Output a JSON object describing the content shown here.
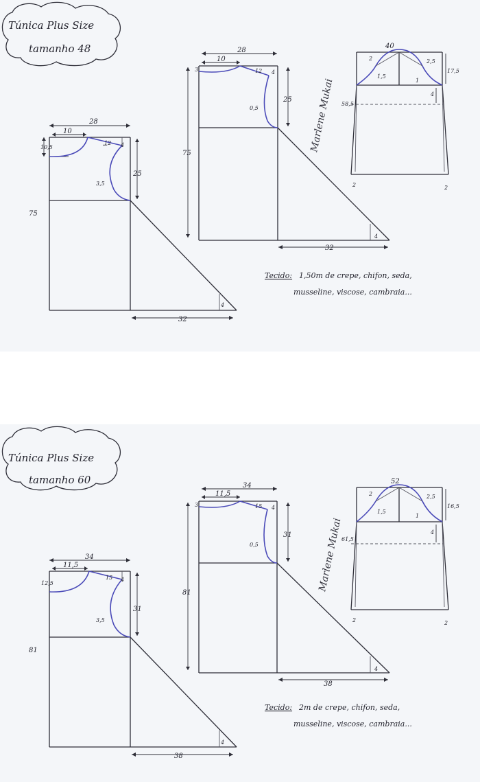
{
  "sheets": [
    {
      "title_line1": "Túnica Plus Size",
      "title_line2": "tamanho 48",
      "front": {
        "top": "28",
        "neck": "10",
        "neck_drop": "10,5",
        "shoulder": "12",
        "shoulder_drop": "4",
        "armhole_depth": "25",
        "curve": "3,5",
        "length": "75",
        "hem": "32",
        "hem_rise": "4"
      },
      "back": {
        "top": "28",
        "neck": "10",
        "neck_drop": "3",
        "shoulder": "12",
        "shoulder_drop": "4",
        "armhole_depth": "25",
        "curve": "0,5",
        "length": "75",
        "hem": "32",
        "hem_rise": "4"
      },
      "sleeve": {
        "width": "40",
        "cap_a": "2",
        "cap_b": "2,5",
        "cap_c": "1,5",
        "cap_d": "1",
        "cap_height": "17,5",
        "side": "58,5",
        "drop": "4",
        "hem_left": "2",
        "hem_right": "2"
      },
      "fabric_label": "Tecido:",
      "fabric_line1": "1,50m de crepe, chifon, seda,",
      "fabric_line2": "musseline, viscose, cambraia...",
      "signature": "Marlene Mukai"
    },
    {
      "title_line1": "Túnica Plus Size",
      "title_line2": "tamanho 60",
      "front": {
        "top": "34",
        "neck": "11,5",
        "neck_drop": "12,5",
        "shoulder": "15",
        "shoulder_drop": "4",
        "armhole_depth": "31",
        "curve": "3,5",
        "length": "81",
        "hem": "38",
        "hem_rise": "4"
      },
      "back": {
        "top": "34",
        "neck": "11,5",
        "neck_drop": "3",
        "shoulder": "15",
        "shoulder_drop": "4",
        "armhole_depth": "31",
        "curve": "0,5",
        "length": "81",
        "hem": "38",
        "hem_rise": "4"
      },
      "sleeve": {
        "width": "52",
        "cap_a": "2",
        "cap_b": "2,5",
        "cap_c": "1,5",
        "cap_d": "1",
        "cap_height": "16,5",
        "side": "61,5",
        "drop": "4",
        "hem_left": "2",
        "hem_right": "2"
      },
      "fabric_label": "Tecido:",
      "fabric_line1": "2m de crepe, chifon, seda,",
      "fabric_line2": "musseline, viscose, cambraia...",
      "signature": "Marlene Mukai"
    }
  ]
}
